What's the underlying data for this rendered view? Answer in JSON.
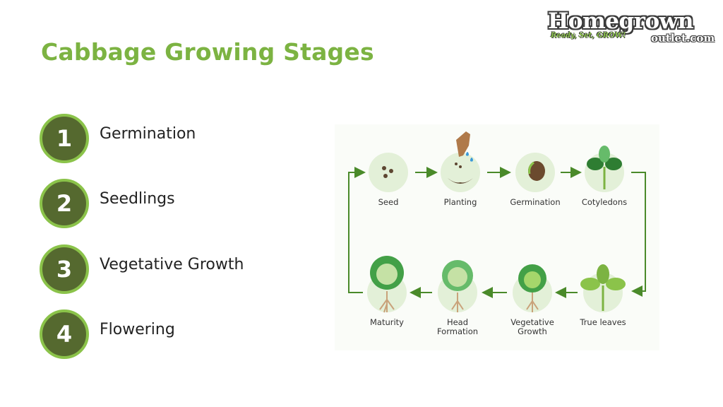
{
  "title": "Cabbage Growing Stages",
  "logo": {
    "main": "Homegrown",
    "tagline": "Ready, Set, GROW!",
    "sub": "outlet.com"
  },
  "steps": [
    {
      "number": "1",
      "label": "Germination"
    },
    {
      "number": "2",
      "label": "Seedlings"
    },
    {
      "number": "3",
      "label": "Vegetative Growth"
    },
    {
      "number": "4",
      "label": "Flowering"
    }
  ],
  "cycle": {
    "top_row": [
      "Seed",
      "Planting",
      "Germination",
      "Cotyledons"
    ],
    "bottom_row": [
      "True leaves",
      "Vegetative Growth",
      "Head Formation",
      "Maturity"
    ]
  },
  "colors": {
    "title": "#7cb342",
    "circle_fill": "#55692f",
    "circle_border": "#8bc34a",
    "arrow": "#4a8a2a",
    "node_bg": "#e3f0d8"
  }
}
